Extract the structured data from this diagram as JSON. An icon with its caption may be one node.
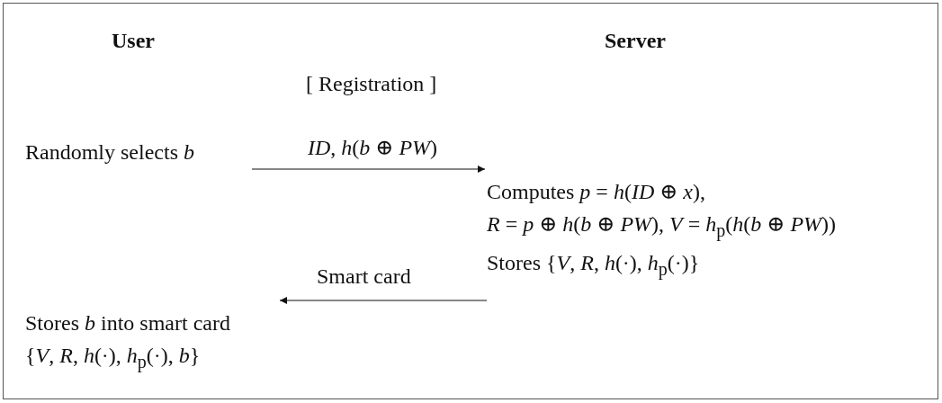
{
  "diagram": {
    "nodes": [
      {
        "text": [
          "Randomly selects *b*"
        ]
      },
      {
        "text": [
          "Computes   *p* = *h*(*ID* ⊕ *x*),",
          "*R* = *p* ⊕ *h*(*b* ⊕ *PW*), *V* = *h*$_{p}$(*h*(*b* ⊕ *PW*))",
          "Stores {*V*, *R*, *h*(·), *h*$_{p}$(·)}"
        ]
      },
      {
        "text": [
          "Stores *b* into smart card",
          "{*V*, *R*, *h*(·), *h*$_{p}$(·), *b*}"
        ]
      }
    ],
    "edges": [
      {
        "from": 0,
        "to": 1,
        "arrow": "to",
        "label": "*ID*, *h*(*b* ⊕ *PW*)"
      },
      {
        "from": 1,
        "to": 2,
        "arrow": "to",
        "label": "Smart card"
      }
    ],
    "labels": [
      "User",
      "Server",
      "[ Registration ]"
    ]
  }
}
